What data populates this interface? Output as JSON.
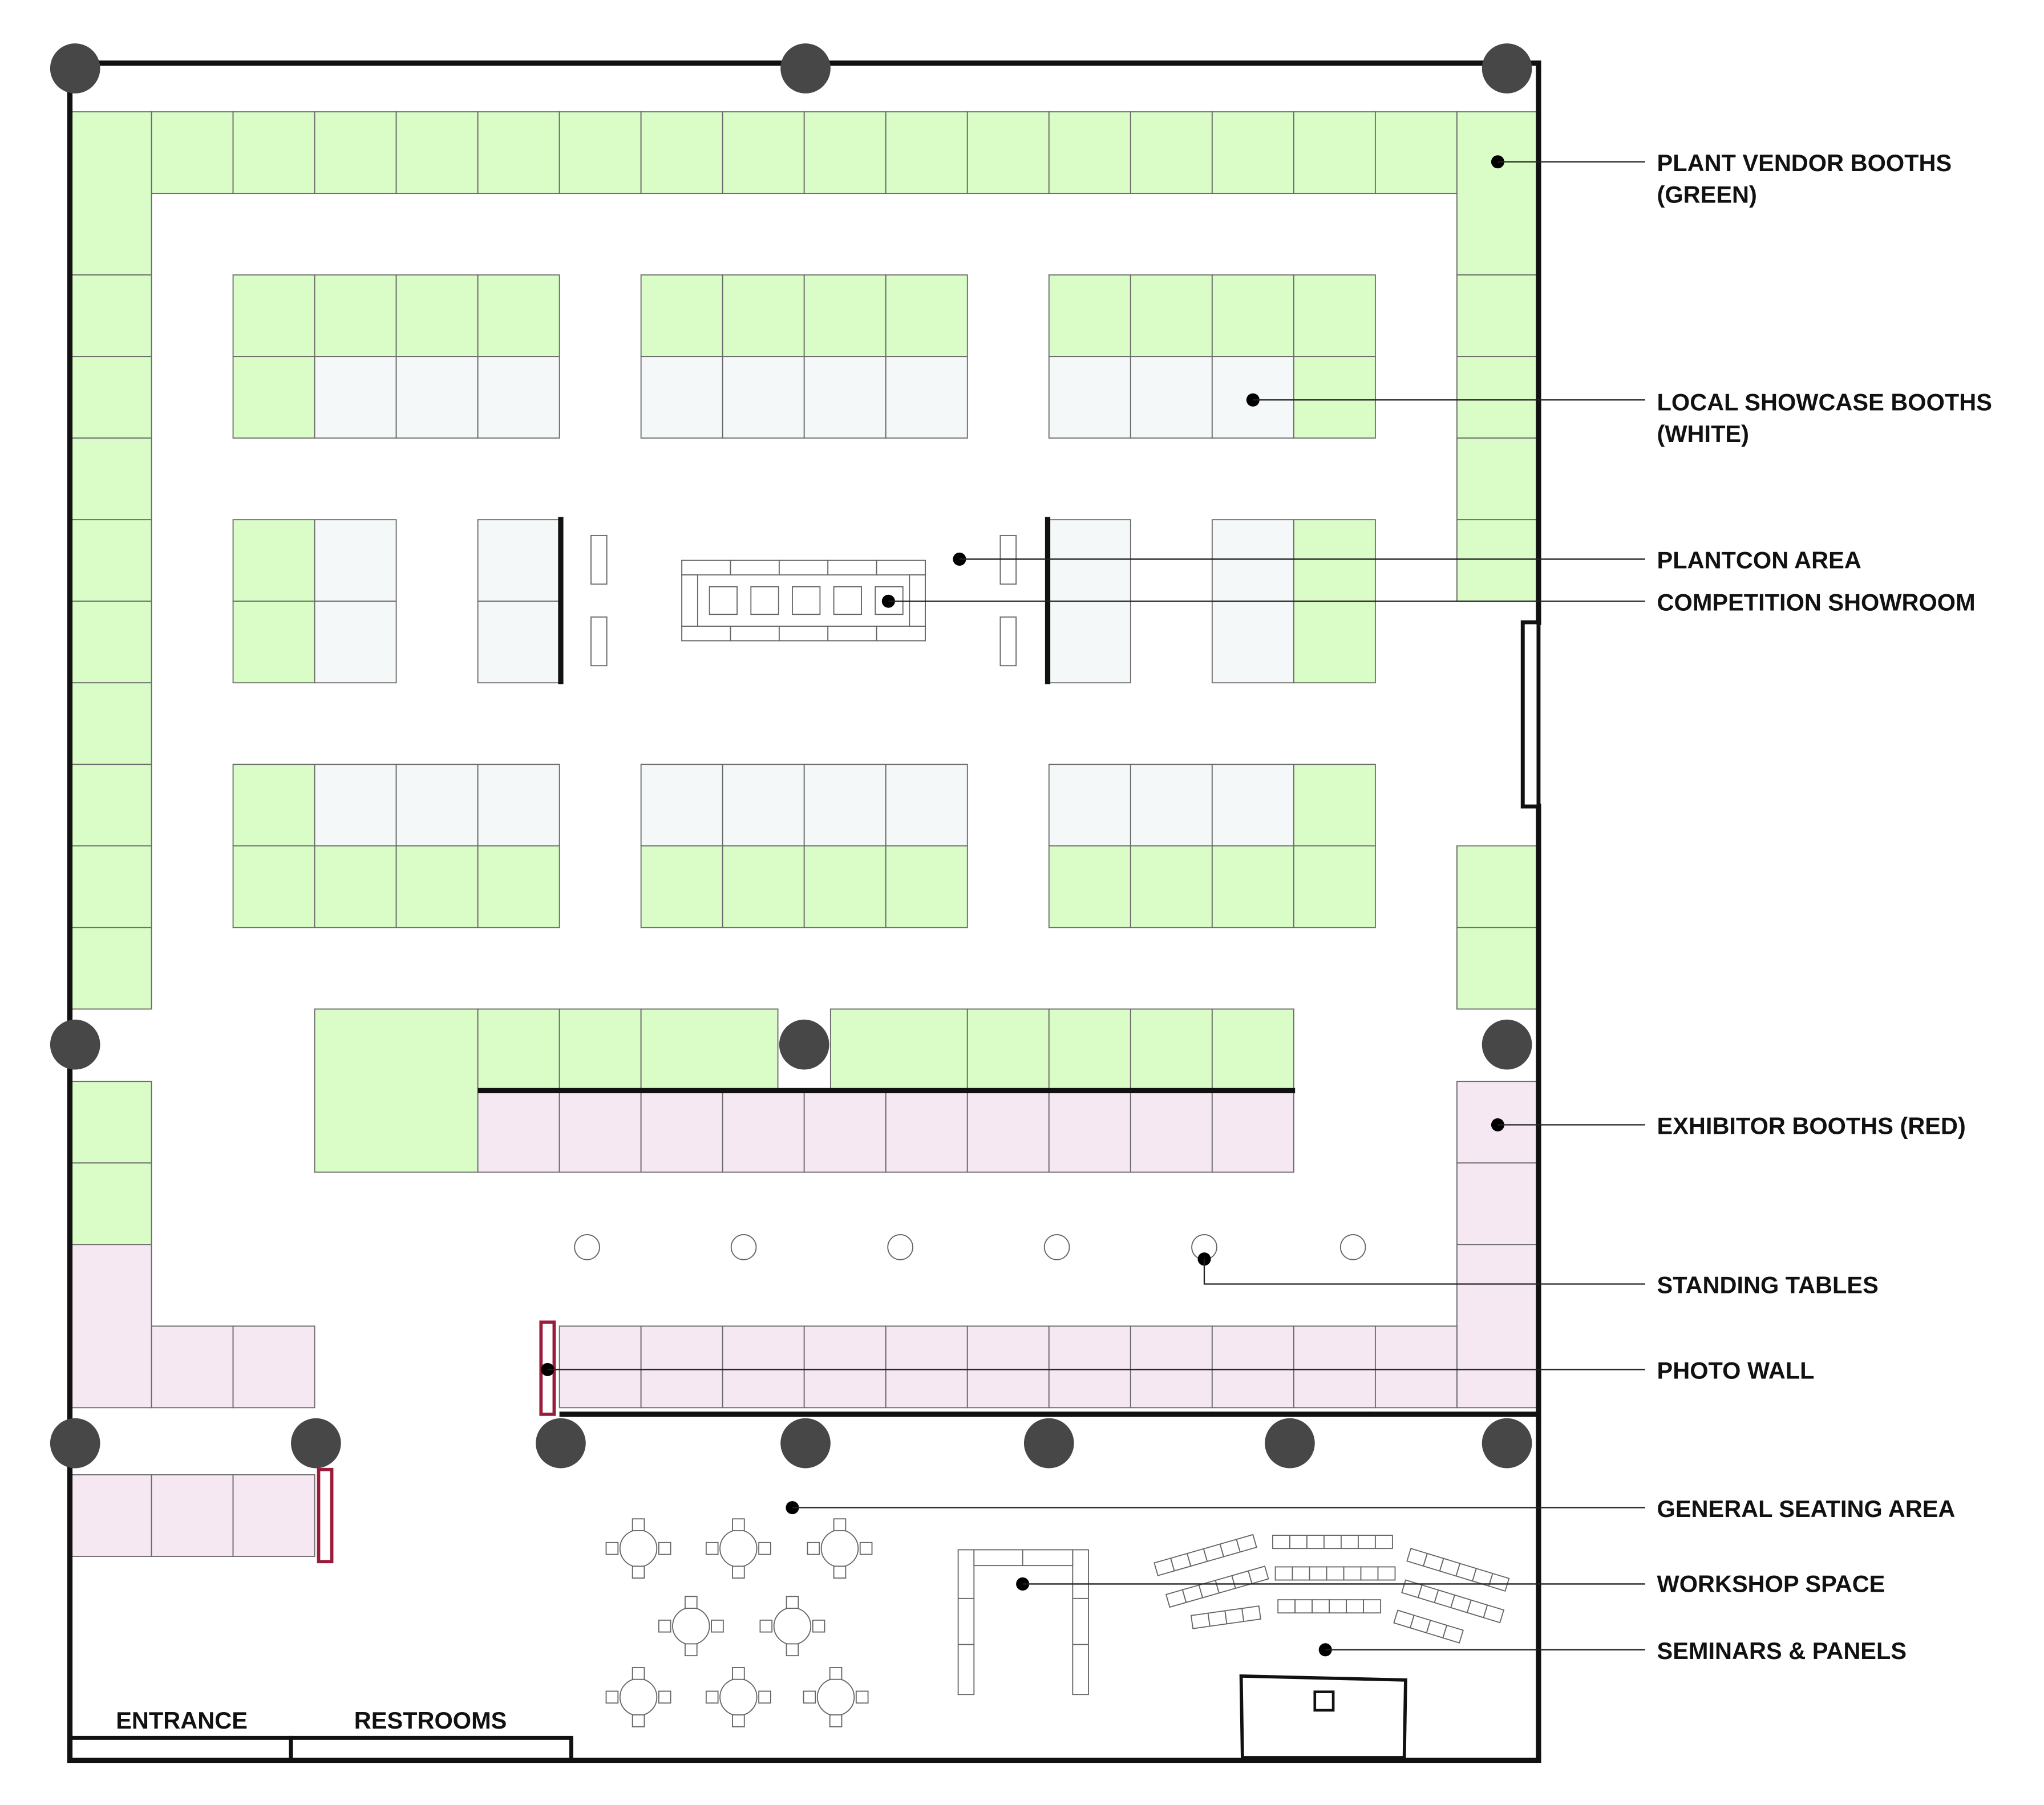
{
  "colors": {
    "plant_vendor": "#dafdc7",
    "local_showcase": "#f4f8f8",
    "exhibitor": "#f5e8f3",
    "photo_wall": "#9b1b3a",
    "column": "#474747",
    "wall": "#111111"
  },
  "legend": [
    {
      "id": "plant-vendor",
      "line1": "PLANT VENDOR BOOTHS",
      "line2": "(GREEN)"
    },
    {
      "id": "local-showcase",
      "line1": "LOCAL SHOWCASE BOOTHS",
      "line2": "(WHITE)"
    },
    {
      "id": "plantcon-area",
      "line1": "PLANTCON AREA"
    },
    {
      "id": "competition-showroom",
      "line1": "COMPETITION SHOWROOM"
    },
    {
      "id": "exhibitor-booths",
      "line1": "EXHIBITOR BOOTHS (RED)"
    },
    {
      "id": "standing-tables",
      "line1": "STANDING TABLES"
    },
    {
      "id": "photo-wall",
      "line1": "PHOTO WALL"
    },
    {
      "id": "general-seating",
      "line1": "GENERAL SEATING AREA"
    },
    {
      "id": "workshop-space",
      "line1": "WORKSHOP SPACE"
    },
    {
      "id": "seminars-panels",
      "line1": "SEMINARS & PANELS"
    }
  ],
  "rooms": {
    "entrance": "ENTRANCE",
    "restrooms": "RESTROOMS"
  }
}
